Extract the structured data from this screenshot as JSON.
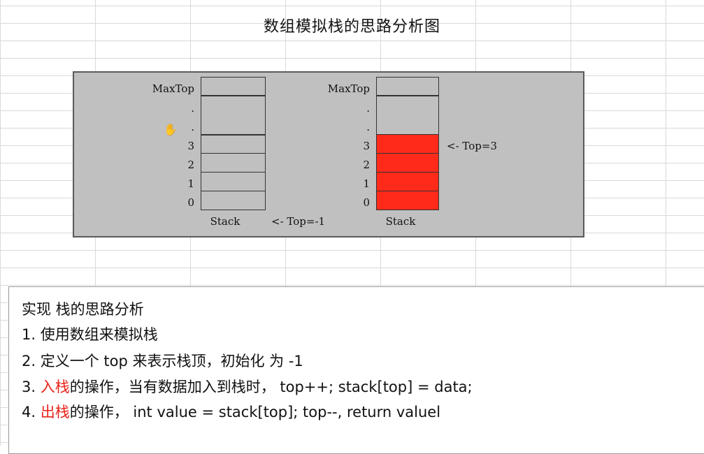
{
  "title": "数组模拟栈的思路分析图",
  "diagram": {
    "left_stack": {
      "labels": [
        "MaxTop",
        ".",
        ".",
        "3",
        "2",
        "1",
        "0"
      ],
      "caption": "Stack",
      "pointer": "<- Top=-1"
    },
    "right_stack": {
      "labels": [
        "MaxTop",
        ".",
        ".",
        "3",
        "2",
        "1",
        "0"
      ],
      "caption": "Stack",
      "pointer": "<- Top=3",
      "filled_color": "#ff2a1a"
    }
  },
  "notes": {
    "heading": "实现 栈的思路分析",
    "line1": "1. 使用数组来模拟栈",
    "line2": "2. 定义一个 top  来表示栈顶，初始化 为  -1",
    "line3_prefix": "3. ",
    "line3_red": "入栈",
    "line3_rest": "的操作，当有数据加入到栈时， top++;  stack[top] = data;",
    "line4_prefix": "4. ",
    "line4_red": "出栈",
    "line4_rest": "的操作， int value = stack[top]; top--, return valuel"
  },
  "colors": {
    "panel_bg": "#c0c0c0",
    "highlight_red": "#e8231a"
  }
}
